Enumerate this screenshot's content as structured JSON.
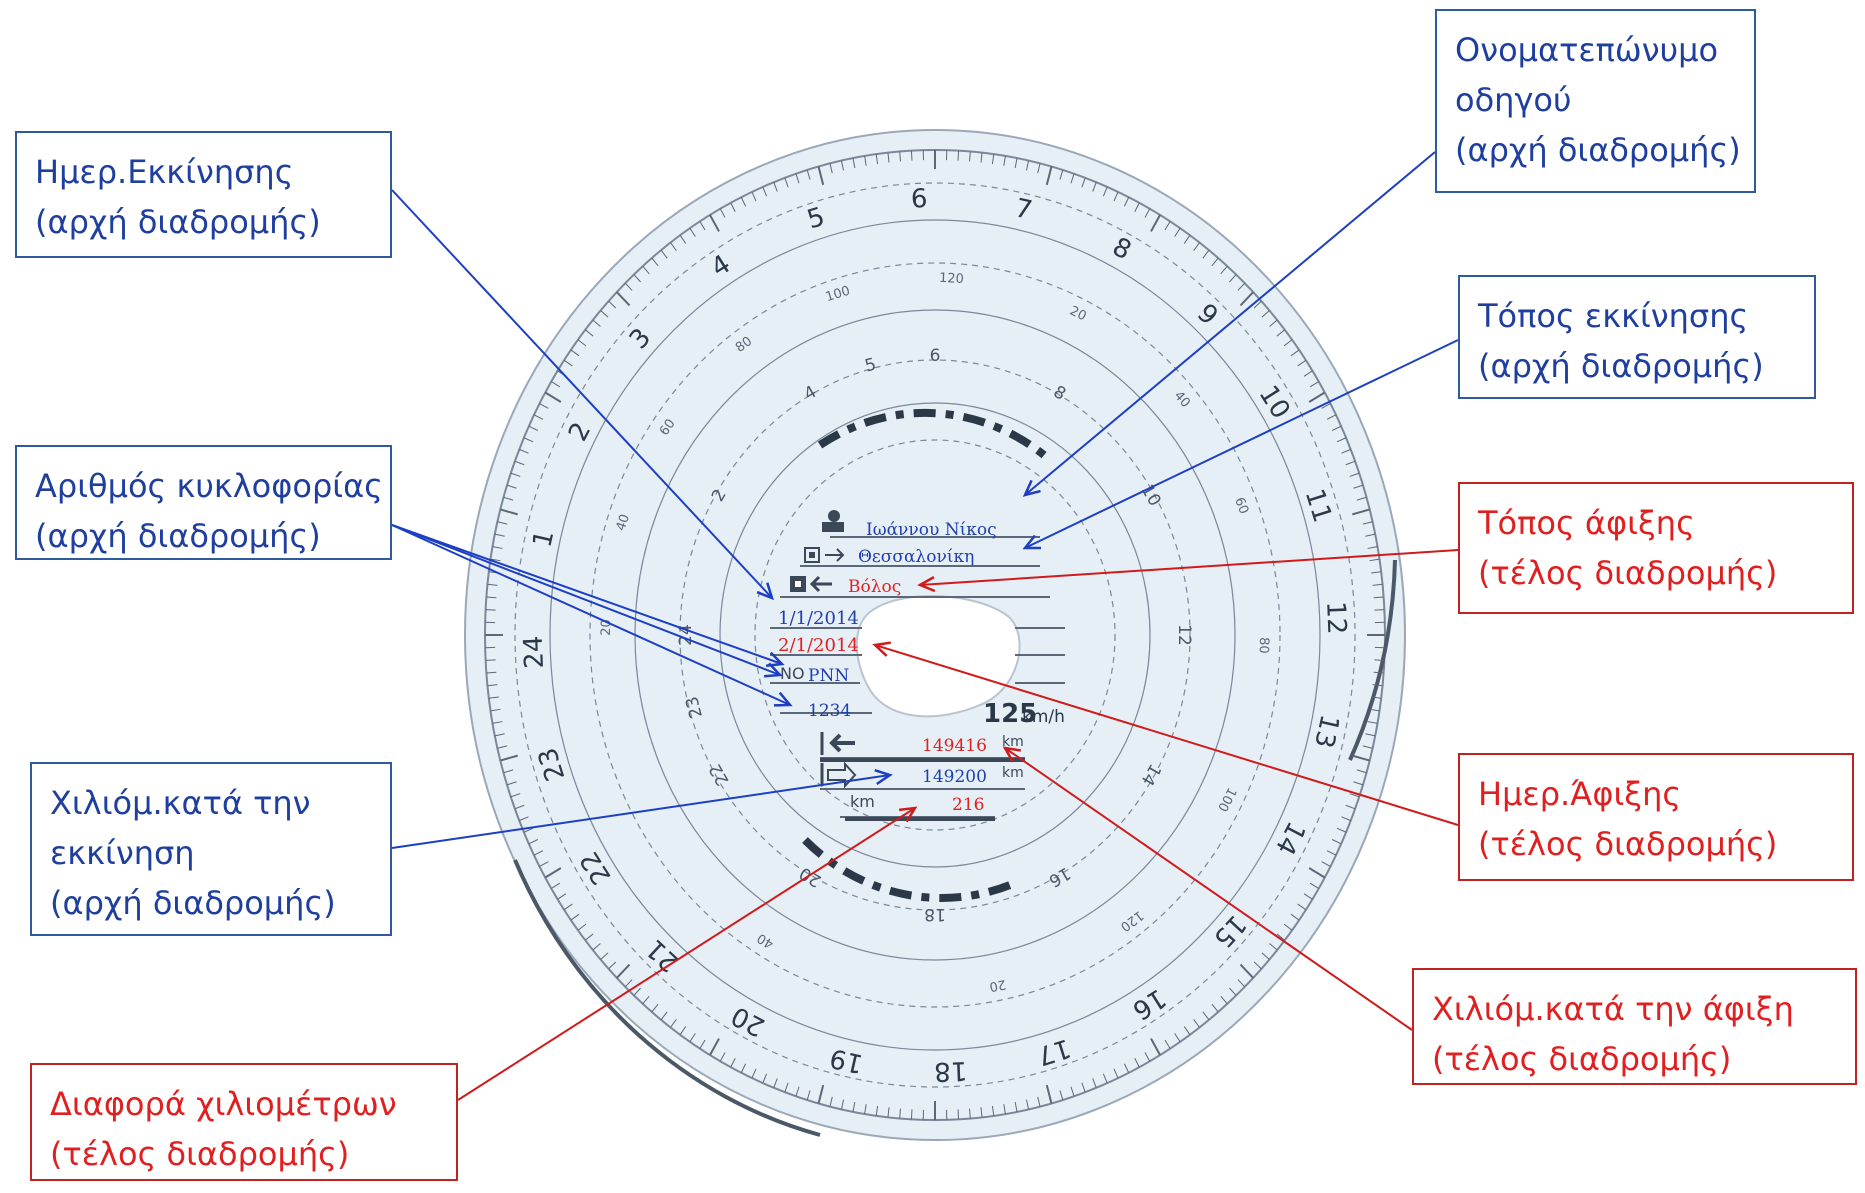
{
  "colors": {
    "disc_fill": "#e6eef6",
    "disc_ring": "#4a5868",
    "blue_text": "#1f3f9f",
    "red_text": "#e02020",
    "blue_line": "#1c3fc4",
    "red_line": "#d11a1a"
  },
  "callouts": {
    "start_date": {
      "line1": "Ημερ.Εκκίνησης",
      "line2": "(αρχή διαδρομής)"
    },
    "driver_name": {
      "line1": "Ονοματεπώνυμο",
      "line2": "οδηγού",
      "line3": "(αρχή διαδρομής)"
    },
    "start_place": {
      "line1": "Τόπος εκκίνησης",
      "line2": "(αρχή διαδρομής)"
    },
    "registration": {
      "line1": "Αριθμός κυκλοφορίας",
      "line2": "(αρχή διαδρομής)"
    },
    "arrival_place": {
      "line1": "Τόπος άφιξης",
      "line2": "(τέλος διαδρομής)"
    },
    "start_km": {
      "line1": "Χιλιόμ.κατά την",
      "line2": "εκκίνηση",
      "line3": "(αρχή διαδρομής)"
    },
    "arrival_date": {
      "line1": "Ημερ.Άφιξης",
      "line2": "(τέλος διαδρομής)"
    },
    "arrival_km": {
      "line1": "Χιλιόμ.κατά την άφιξη",
      "line2": "(τέλος διαδρομής)"
    },
    "km_difference": {
      "line1": "Διαφορά χιλιομέτρων",
      "line2": "(τέλος διαδρομής)"
    }
  },
  "disc": {
    "driver_name": "Ιωάννου Νίκος",
    "start_place": "Θεσσαλονίκη",
    "arrival_place": "Βόλος",
    "start_date": "1/1/2014",
    "arrival_date": "2/1/2014",
    "reg_prefix": "NO",
    "reg_letters": "PNN",
    "reg_number": "1234",
    "speed_max": "125",
    "speed_unit": "km/h",
    "km_arrival": "149416",
    "km_start": "149200",
    "km_label": "km",
    "km_diff": "216",
    "hour_labels": [
      "1",
      "2",
      "3",
      "4",
      "5",
      "6",
      "7",
      "8",
      "9",
      "10",
      "11",
      "12",
      "13",
      "14",
      "15",
      "16",
      "17",
      "18",
      "19",
      "20",
      "21",
      "22",
      "23",
      "24"
    ],
    "inner_hour_labels": [
      "2",
      "4",
      "5",
      "6",
      "8",
      "10",
      "12",
      "14",
      "16",
      "18",
      "20",
      "22",
      "23",
      "24"
    ],
    "speed_labels": [
      "20",
      "40",
      "60",
      "80",
      "100",
      "120"
    ]
  }
}
